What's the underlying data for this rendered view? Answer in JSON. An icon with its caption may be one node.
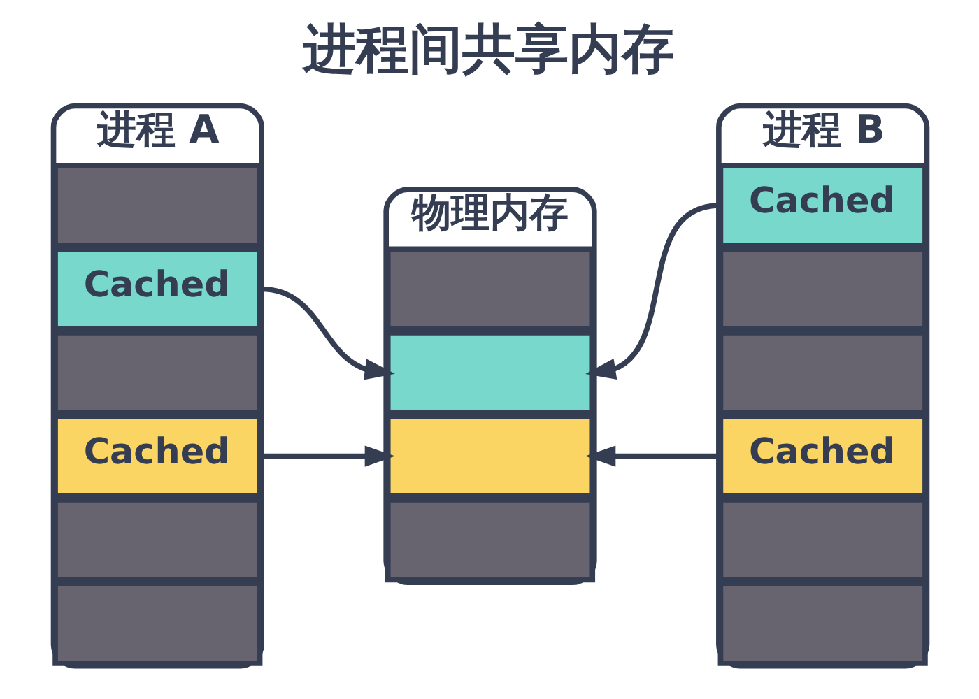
{
  "diagram": {
    "title": "进程间共享内存",
    "nodes": [
      {
        "text": [
          "进程 A"
        ]
      },
      {
        "text": [],
        "shape": "box",
        "in": 0
      },
      {
        "text": [
          "Cached"
        ],
        "in": 0
      },
      {
        "text": [],
        "shape": "box",
        "in": 0
      },
      {
        "text": [
          "Cached"
        ],
        "in": 0
      },
      {
        "text": [],
        "shape": "box",
        "in": 0
      },
      {
        "text": [],
        "shape": "box",
        "in": 0
      },
      {
        "text": [
          "物理内存"
        ]
      },
      {
        "text": [],
        "shape": "box",
        "in": 7
      },
      {
        "text": [],
        "shape": "box",
        "in": 7
      },
      {
        "text": [],
        "shape": "box",
        "in": 7
      },
      {
        "text": [],
        "shape": "box",
        "in": 7
      },
      {
        "text": [
          "进程 B"
        ]
      },
      {
        "text": [
          "Cached"
        ],
        "in": 12
      },
      {
        "text": [],
        "shape": "box",
        "in": 12
      },
      {
        "text": [],
        "shape": "box",
        "in": 12
      },
      {
        "text": [
          "Cached"
        ],
        "in": 12
      },
      {
        "text": [],
        "shape": "box",
        "in": 12
      },
      {
        "text": [],
        "shape": "box",
        "in": 12
      }
    ],
    "edges": [
      {
        "from": 2,
        "to": 9,
        "arrow": "to"
      },
      {
        "from": 4,
        "to": 10,
        "arrow": "to"
      },
      {
        "from": 13,
        "to": 9,
        "arrow": "to"
      },
      {
        "from": 16,
        "to": 10,
        "arrow": "to"
      }
    ]
  }
}
